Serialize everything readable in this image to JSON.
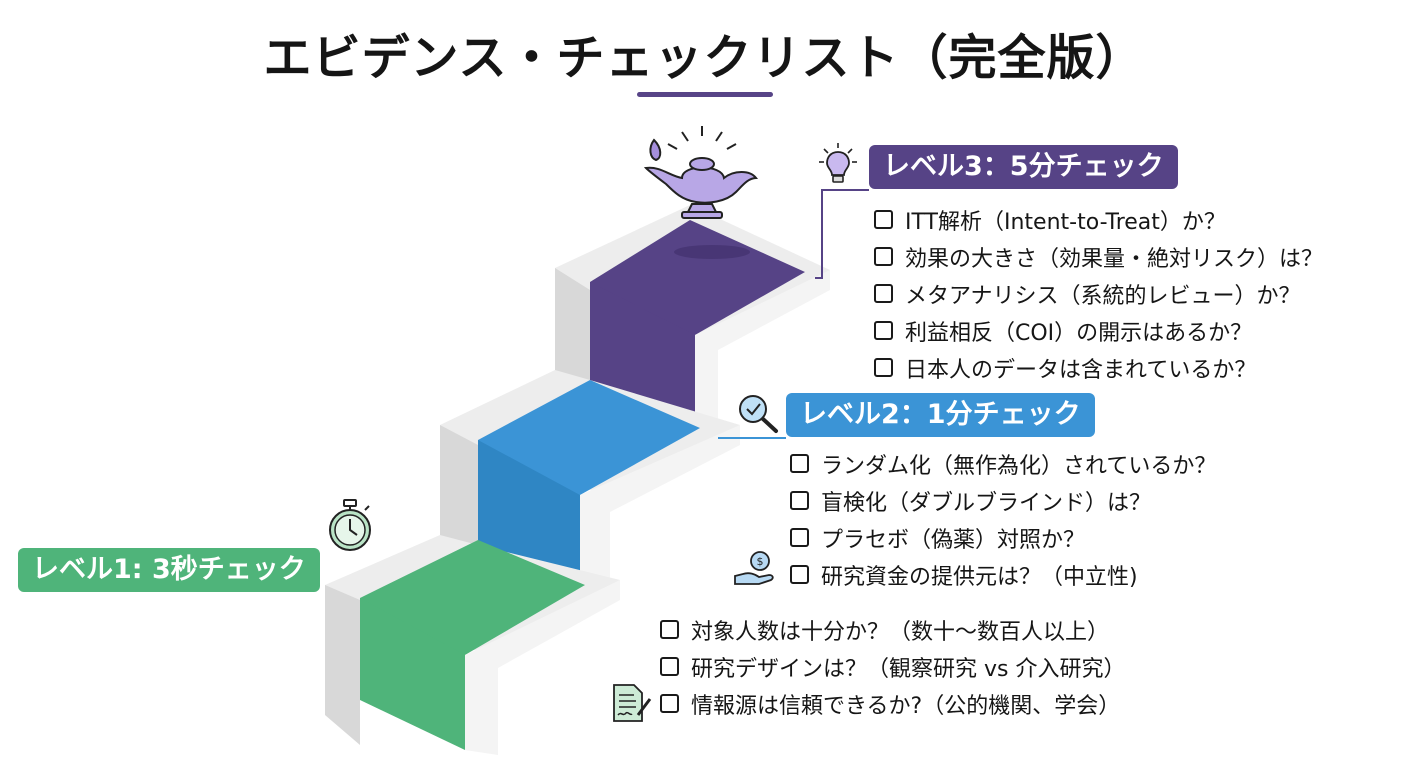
{
  "title": "エビデンス・チェックリスト（完全版）",
  "colors": {
    "level1": "#4fb47a",
    "level2": "#3b94d6",
    "level3": "#564386",
    "step_face": "#ededed",
    "accent": "#574487"
  },
  "levels": [
    {
      "label": "レベル1: 3秒チェック",
      "icon": "stopwatch-icon",
      "items": [
        "対象人数は十分か？（数十〜数百人以上）",
        "研究デザインは？（観察研究 vs 介入研究）",
        "情報源は信頼できるか?（公的機関、学会）"
      ],
      "item_icon": "document-signature-icon"
    },
    {
      "label": "レベル2：1分チェック",
      "icon": "magnifier-check-icon",
      "items": [
        "ランダム化（無作為化）されているか？",
        "盲検化（ダブルブラインド）は？",
        "プラセボ（偽薬）対照か？",
        "研究資金の提供元は？（中立性)"
      ],
      "item_icon": "money-hand-icon"
    },
    {
      "label": "レベル3：5分チェック",
      "icon": "lightbulb-icon",
      "items": [
        "ITT解析（Intent-to-Treat）か？",
        "効果の大きさ（効果量・絶対リスク）は？",
        "メタアナリシス（系統的レビュー）か？",
        "利益相反（COI）の開示はあるか？",
        "日本人のデータは含まれているか？"
      ]
    }
  ],
  "top_icon": "magic-lamp-icon"
}
